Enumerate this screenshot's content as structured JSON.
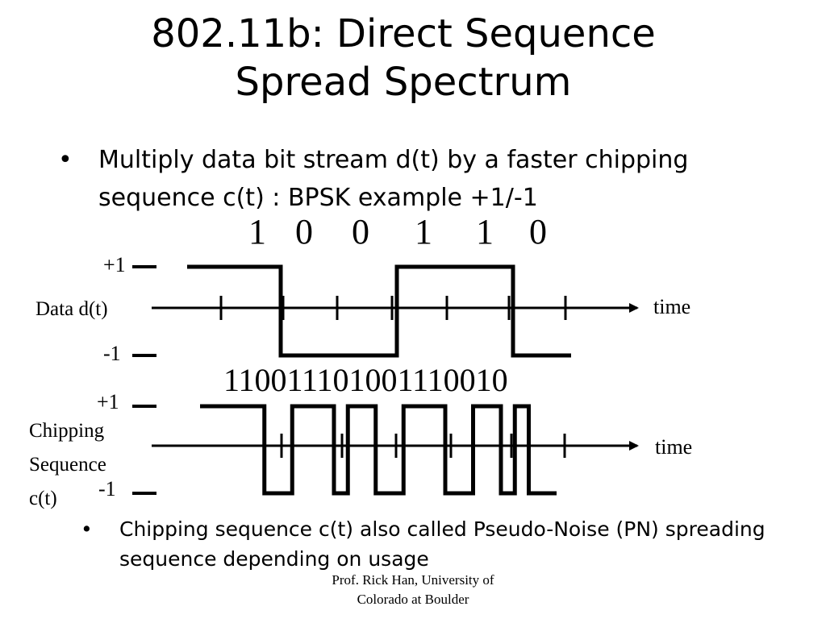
{
  "slide": {
    "title_line1": "802.11b: Direct Sequence",
    "title_line2": "Spread Spectrum",
    "bullets": [
      {
        "text": "Multiply data bit stream d(t) by a faster chipping sequence c(t) : BPSK example +1/-1"
      },
      {
        "text": "Chipping sequence c(t) also called Pseudo-Noise (PN) spreading sequence depending on usage"
      }
    ],
    "footer_line1": "Prof. Rick Han, University of",
    "footer_line2": "Colorado at Boulder"
  },
  "diagram": {
    "data_signal": {
      "label": "Data d(t)",
      "plus_label": "+1",
      "minus_label": "-1",
      "axis_label": "time",
      "bits": [
        1,
        0,
        0,
        1,
        1,
        0
      ],
      "bits_text": [
        "1",
        "0",
        "0",
        "1",
        "1",
        "0"
      ]
    },
    "chip_signal": {
      "label_line1": "Chipping",
      "label_line2": "Sequence",
      "label_line3": "c(t)",
      "plus_label": "+1",
      "minus_label": "-1",
      "axis_label": "time",
      "chips_text": "110011101001110010",
      "levels": [
        1,
        1,
        1,
        0,
        0,
        1,
        1,
        1,
        0,
        1,
        1,
        0,
        0,
        1,
        1,
        1,
        0,
        0,
        1,
        1,
        0,
        1,
        0,
        0
      ]
    }
  }
}
